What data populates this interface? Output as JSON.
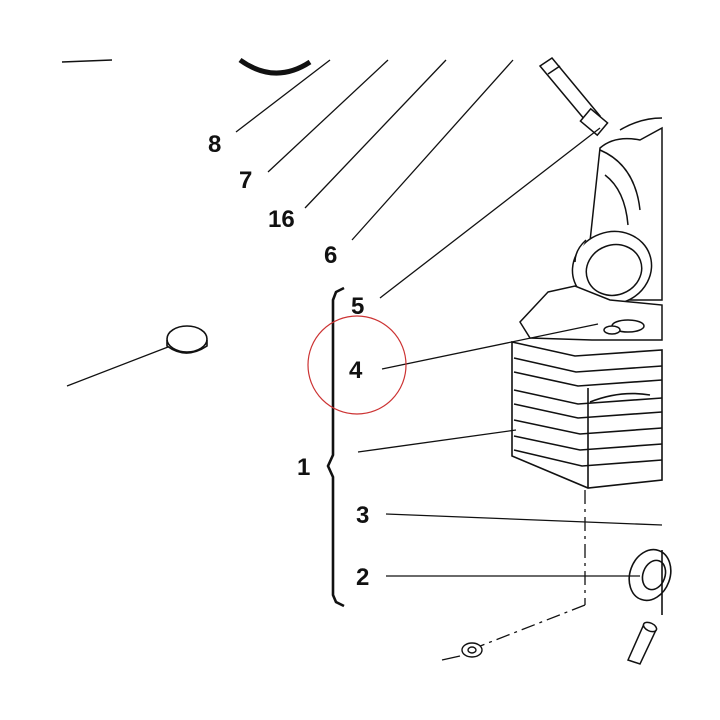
{
  "diagram": {
    "callouts": [
      {
        "id": "8",
        "label": "8"
      },
      {
        "id": "7",
        "label": "7"
      },
      {
        "id": "16",
        "label": "16"
      },
      {
        "id": "6",
        "label": "6"
      },
      {
        "id": "5",
        "label": "5"
      },
      {
        "id": "4",
        "label": "4"
      },
      {
        "id": "1",
        "label": "1"
      },
      {
        "id": "3",
        "label": "3"
      },
      {
        "id": "2",
        "label": "2"
      }
    ],
    "highlight_color": "#cc3333",
    "line_color": "#111111"
  }
}
